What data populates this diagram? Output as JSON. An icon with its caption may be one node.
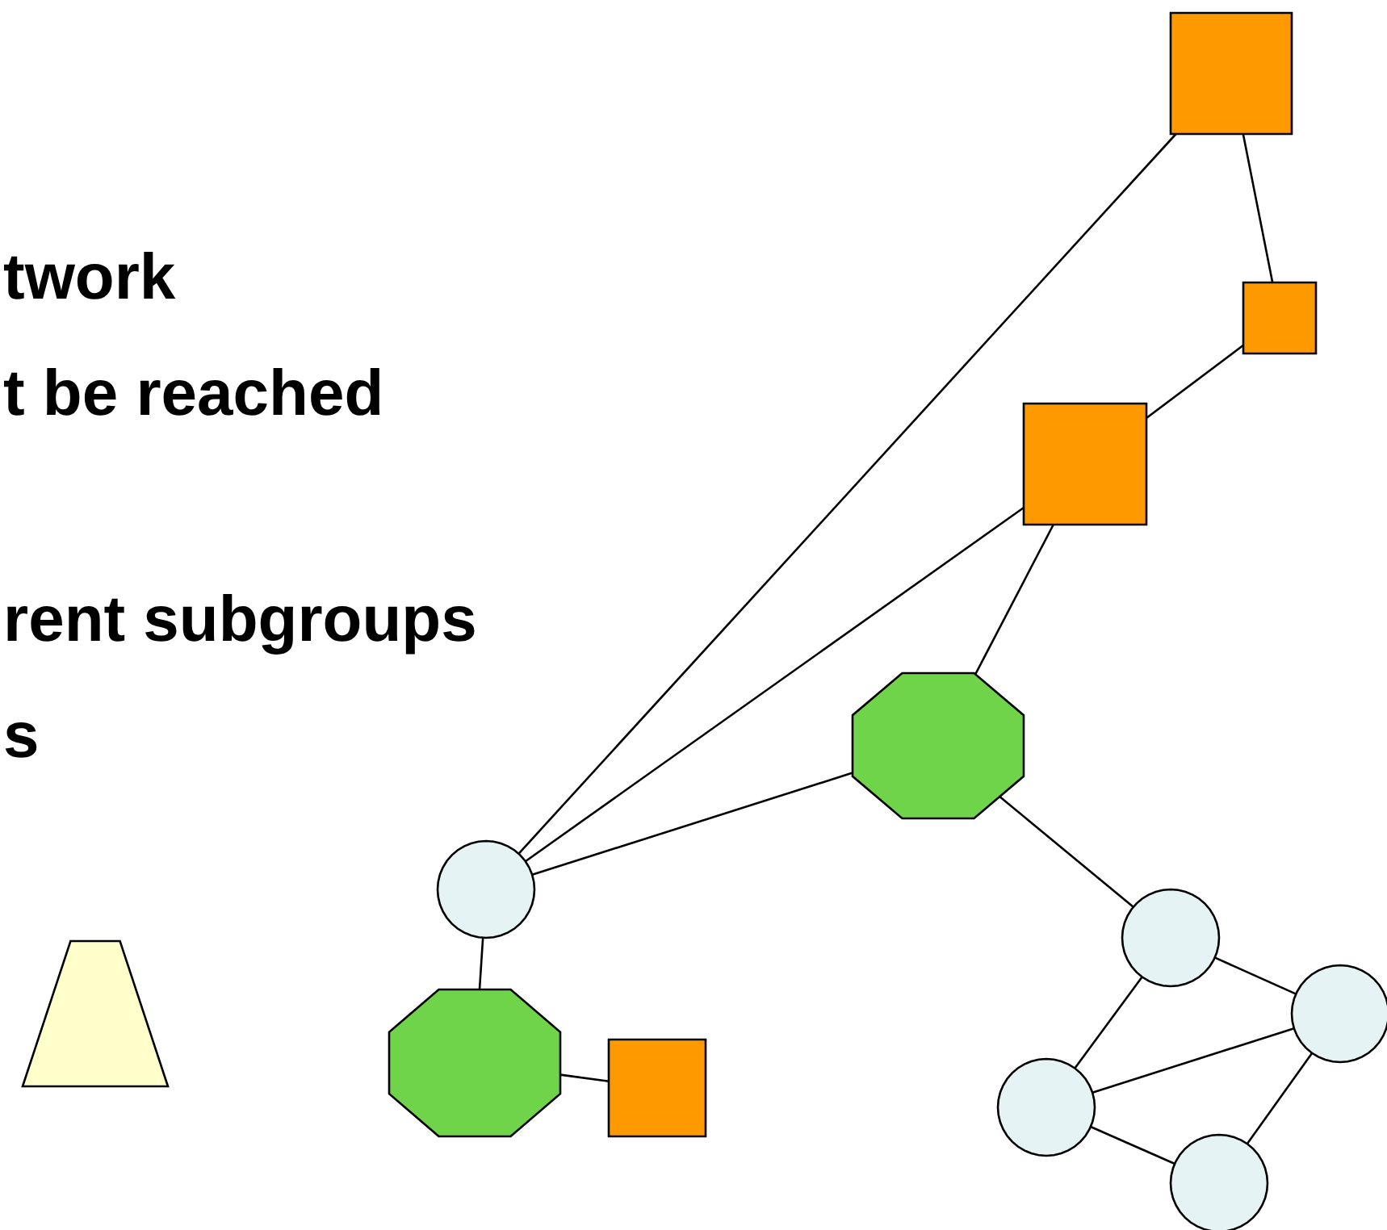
{
  "diagram": {
    "nodes": [
      {
        "text": [],
        "shape": "box"
      },
      {
        "text": [],
        "shape": "box"
      },
      {
        "text": [],
        "shape": "box"
      },
      {
        "text": [],
        "shape": "octagon"
      },
      {
        "text": [],
        "shape": "circle"
      },
      {
        "text": [],
        "shape": "octagon"
      },
      {
        "text": [],
        "shape": "box"
      },
      {
        "text": [],
        "shape": "circle"
      },
      {
        "text": [],
        "shape": "circle"
      },
      {
        "text": [],
        "shape": "circle"
      },
      {
        "text": [],
        "shape": "circle"
      },
      {
        "text": [],
        "shape": "trapezoid"
      }
    ],
    "edges": [
      {
        "from": 0,
        "to": 1,
        "arrow": "none"
      },
      {
        "from": 1,
        "to": 2,
        "arrow": "none"
      },
      {
        "from": 0,
        "to": 4,
        "arrow": "none"
      },
      {
        "from": 2,
        "to": 4,
        "arrow": "none"
      },
      {
        "from": 2,
        "to": 3,
        "arrow": "none"
      },
      {
        "from": 3,
        "to": 4,
        "arrow": "none"
      },
      {
        "from": 4,
        "to": 5,
        "arrow": "none"
      },
      {
        "from": 5,
        "to": 6,
        "arrow": "none"
      },
      {
        "from": 3,
        "to": 7,
        "arrow": "none"
      },
      {
        "from": 7,
        "to": 8,
        "arrow": "none"
      },
      {
        "from": 7,
        "to": 9,
        "arrow": "none"
      },
      {
        "from": 9,
        "to": 8,
        "arrow": "none"
      },
      {
        "from": 9,
        "to": 10,
        "arrow": "none"
      },
      {
        "from": 10,
        "to": 8,
        "arrow": "none"
      }
    ],
    "labels": [
      "twork",
      "t be reached",
      "rent subgroups",
      "s"
    ]
  }
}
